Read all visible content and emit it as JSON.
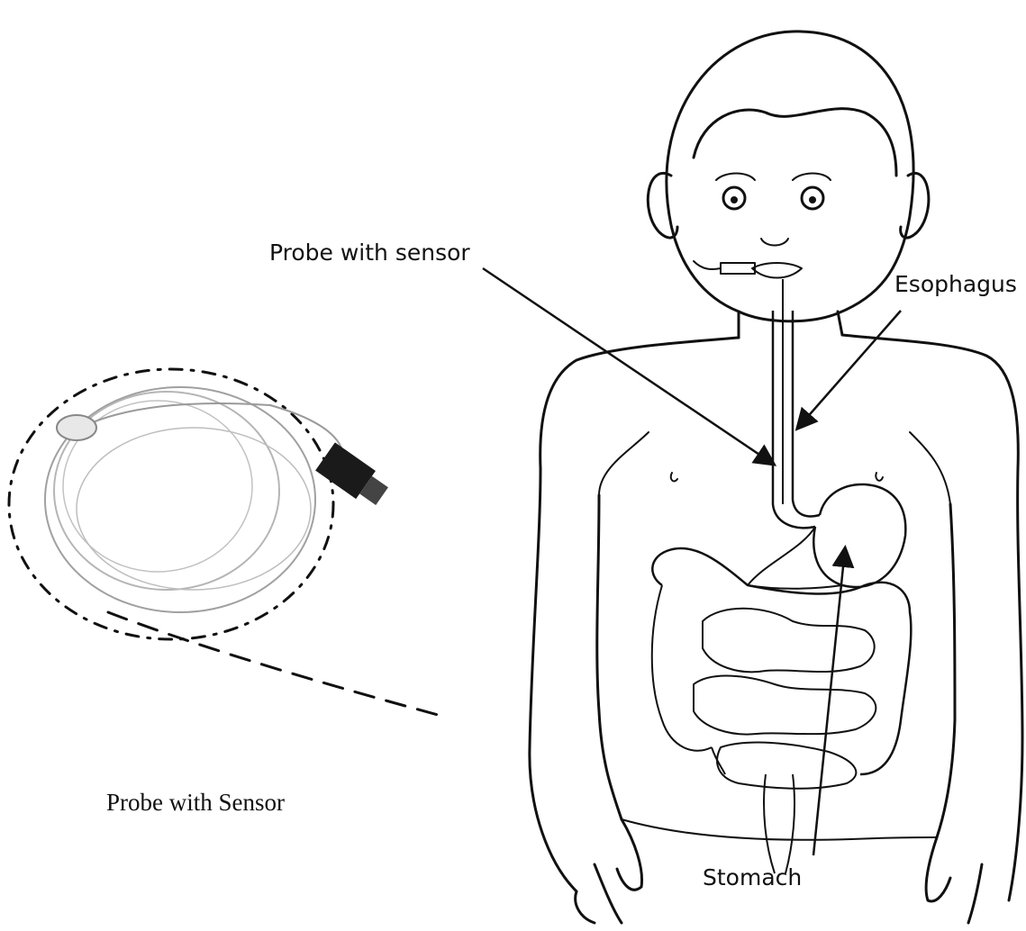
{
  "labels": {
    "probe_with_sensor": "Probe with sensor",
    "esophagus": "Esophagus",
    "stomach": "Stomach",
    "probe_caption": "Probe with Sensor"
  },
  "colors": {
    "ink": "#111111",
    "probe_gray": "#9a9a9a",
    "connector": "#1a1a1a"
  }
}
